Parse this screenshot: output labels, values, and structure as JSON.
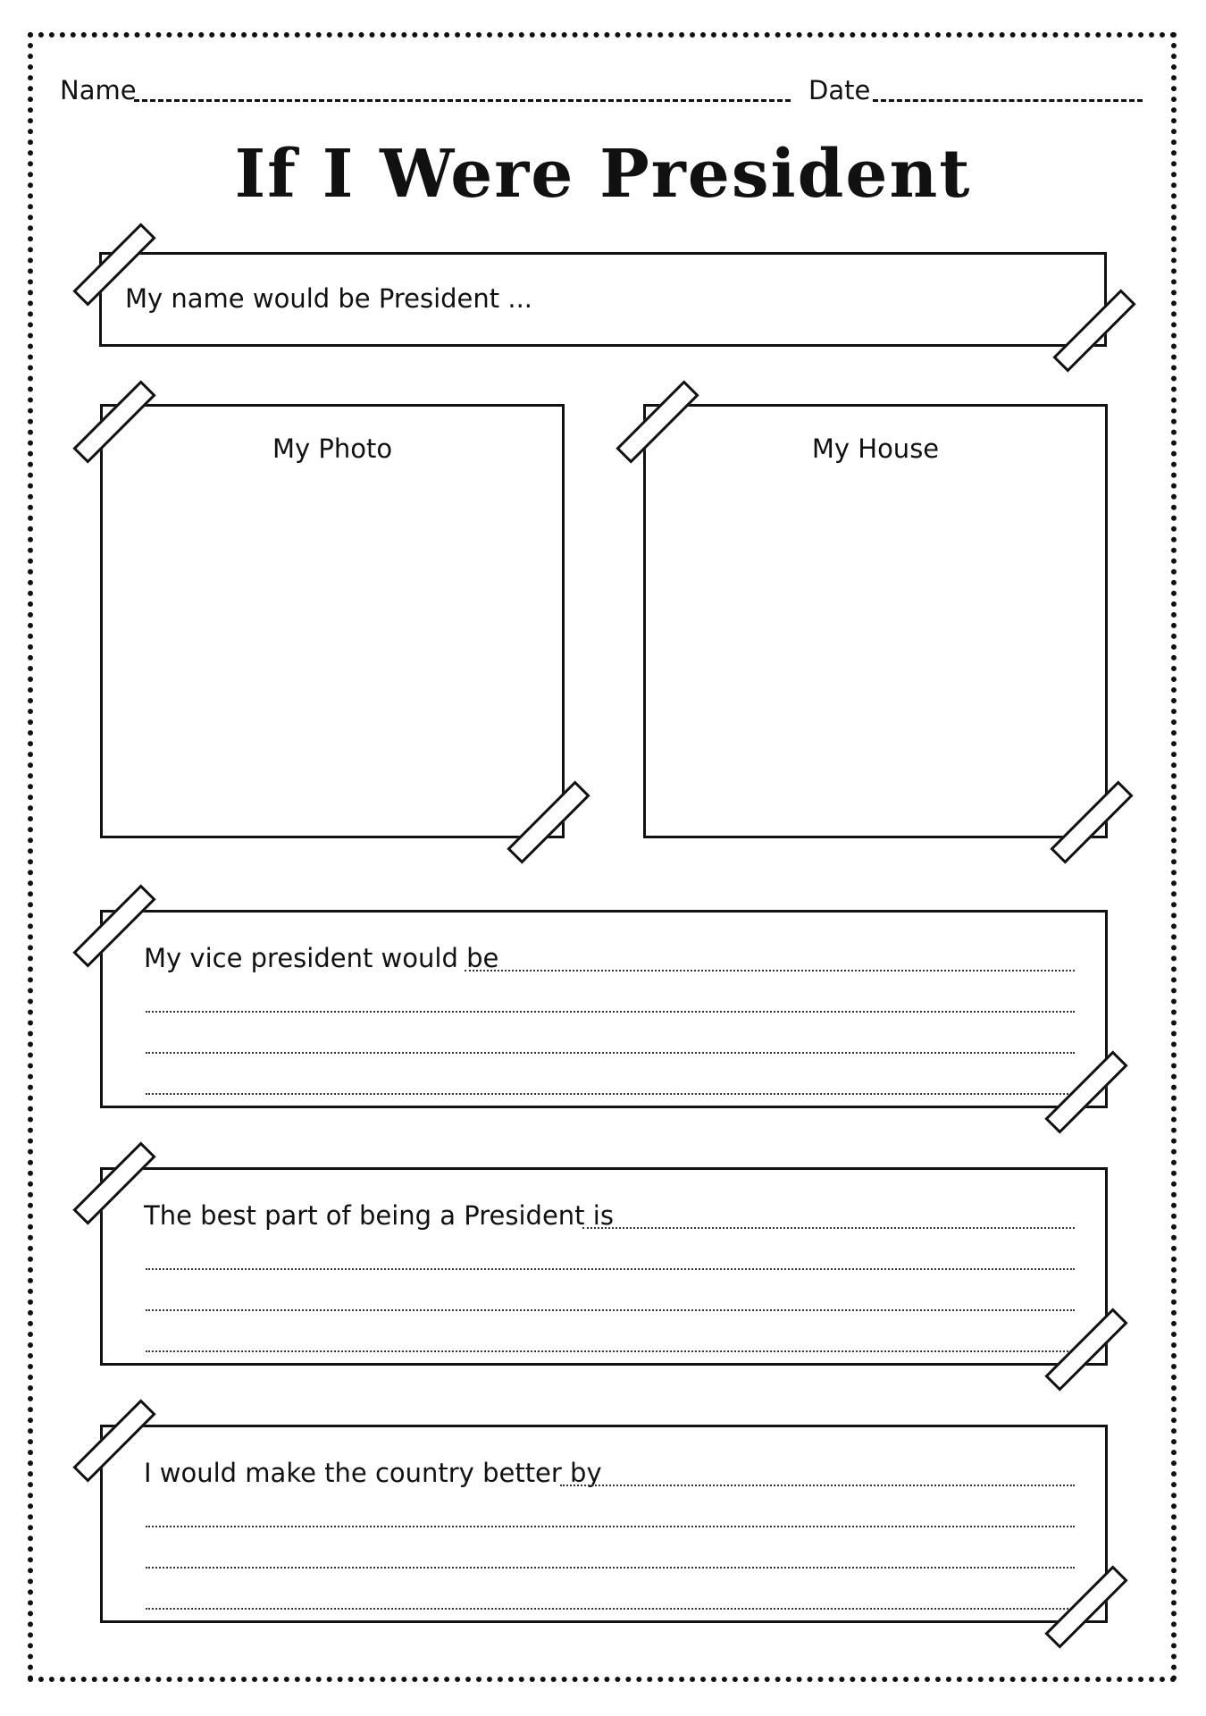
{
  "header": {
    "name_label": "Name",
    "date_label": "Date"
  },
  "title": "If I Were President",
  "name_box": {
    "label": "My name would be President ..."
  },
  "photo_box": {
    "label": "My Photo"
  },
  "house_box": {
    "label": "My House"
  },
  "prompts": [
    {
      "label": "My vice president would be"
    },
    {
      "label": "The best part of being a President is"
    },
    {
      "label": "I would make the country better by"
    }
  ]
}
